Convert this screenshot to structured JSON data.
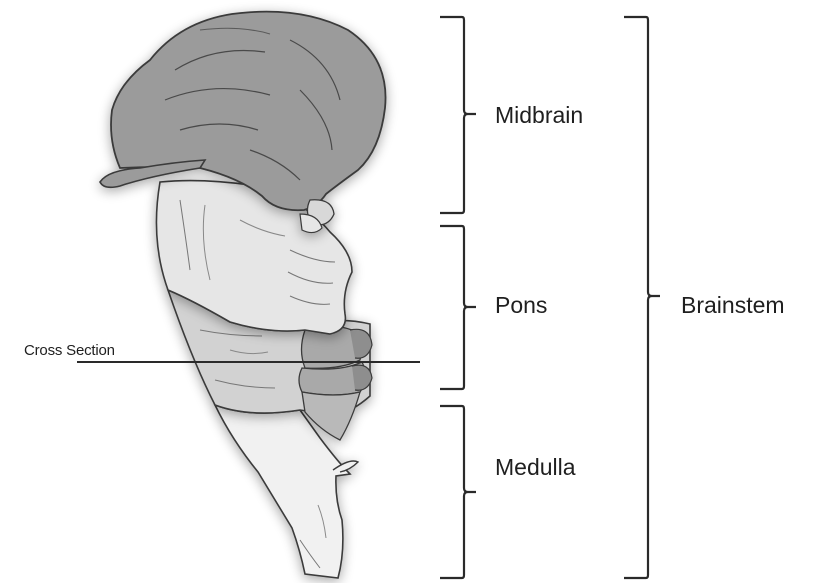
{
  "labels": {
    "midbrain": "Midbrain",
    "pons": "Pons",
    "medulla": "Medulla",
    "brainstem": "Brainstem",
    "cross_section": "Cross Section"
  }
}
